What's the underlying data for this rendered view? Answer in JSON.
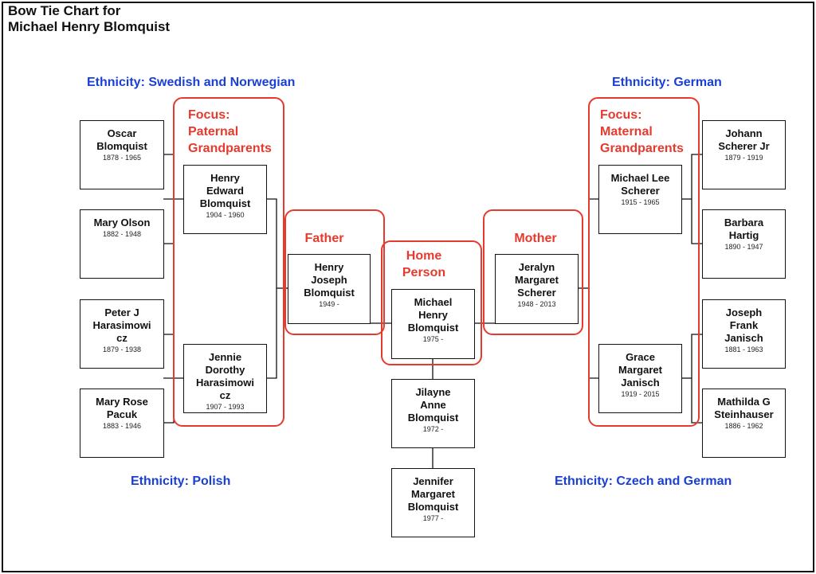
{
  "title": "Bow Tie Chart for\nMichael Henry Blomquist",
  "ethnicity": {
    "paternal_top": "Ethnicity: Swedish and Norwegian",
    "paternal_bottom": "Ethnicity: Polish",
    "maternal_top": "Ethnicity: German",
    "maternal_bottom": "Ethnicity: Czech and German"
  },
  "focus_labels": {
    "paternal": "Focus:\nPaternal\nGrandparents",
    "maternal": "Focus:\nMaternal\nGrandparents",
    "father": "Father",
    "mother": "Mother",
    "home": "Home\nPerson"
  },
  "people": {
    "oscar": {
      "name": "Oscar\nBlomquist",
      "dates": "1878 - 1965"
    },
    "mary_olson": {
      "name": "Mary Olson",
      "dates": "1882 - 1948"
    },
    "peter": {
      "name": "Peter J\nHarasimowi\ncz",
      "dates": "1879 - 1938"
    },
    "mary_rose": {
      "name": "Mary Rose\nPacuk",
      "dates": "1883 - 1946"
    },
    "henry_edward": {
      "name": "Henry\nEdward\nBlomquist",
      "dates": "1904 - 1960"
    },
    "jennie": {
      "name": "Jennie\nDorothy\nHarasimowi\ncz",
      "dates": "1907 - 1993"
    },
    "henry_joseph": {
      "name": "Henry\nJoseph\nBlomquist",
      "dates": "1949 -"
    },
    "michael": {
      "name": "Michael\nHenry\nBlomquist",
      "dates": "1975 -"
    },
    "jilayne": {
      "name": "Jilayne\nAnne\nBlomquist",
      "dates": "1972 -"
    },
    "jennifer": {
      "name": "Jennifer\nMargaret\nBlomquist",
      "dates": "1977 -"
    },
    "jeralyn": {
      "name": "Jeralyn\nMargaret\nScherer",
      "dates": "1948 - 2013"
    },
    "michael_lee": {
      "name": "Michael Lee\nScherer",
      "dates": "1915 - 1965"
    },
    "grace": {
      "name": "Grace\nMargaret\nJanisch",
      "dates": "1919 - 2015"
    },
    "johann": {
      "name": "Johann\nScherer Jr",
      "dates": "1879 - 1919"
    },
    "barbara": {
      "name": "Barbara\nHartig",
      "dates": "1890 - 1947"
    },
    "joseph": {
      "name": "Joseph\nFrank\nJanisch",
      "dates": "1881 - 1963"
    },
    "mathilda": {
      "name": "Mathilda G\nSteinhauser",
      "dates": "1886 - 1962"
    }
  },
  "colors": {
    "focus": "#e63a2e",
    "ethnicity": "#1a3fd4",
    "line": "#111111"
  }
}
